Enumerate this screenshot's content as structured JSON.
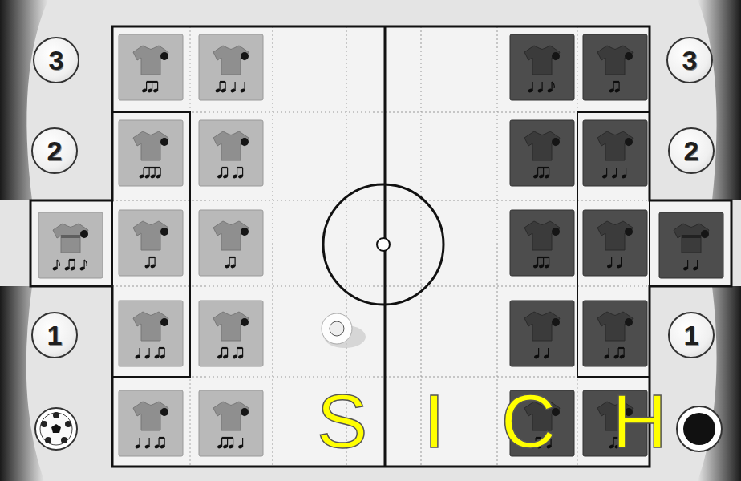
{
  "diagram": {
    "nodes": [
      {
        "text": [
          "3"
        ]
      },
      {
        "text": [
          "3"
        ]
      },
      {
        "text": [
          "2"
        ]
      },
      {
        "text": [
          "2"
        ]
      },
      {
        "text": [
          "1"
        ]
      },
      {
        "text": [
          "1"
        ]
      }
    ],
    "labels": [
      "SICH"
    ]
  }
}
